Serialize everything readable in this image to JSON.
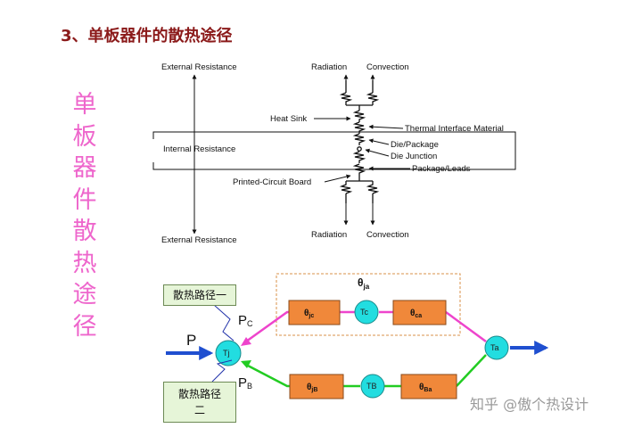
{
  "title": "3、单板器件的散热途径",
  "side_title": [
    "单",
    "板",
    "器",
    "件",
    "散",
    "热",
    "途",
    "径"
  ],
  "top_diagram": {
    "external_resistance_top": "External Resistance",
    "external_resistance_bottom": "External Resistance",
    "internal_resistance": "Internal Resistance",
    "radiation_top": "Radiation",
    "convection_top": "Convection",
    "radiation_bottom": "Radiation",
    "convection_bottom": "Convection",
    "heat_sink": "Heat Sink",
    "thermal_interface": "Thermal Interface Material",
    "die_package": "Die/Package",
    "die_junction": "Die Junction",
    "package_leads": "Package/Leads",
    "pcb": "Printed-Circuit Board"
  },
  "network": {
    "theta_ja": "θ",
    "theta_ja_sub": "ja",
    "theta_jc": "θ",
    "theta_jc_sub": "jc",
    "theta_ca": "θ",
    "theta_ca_sub": "ca",
    "theta_jb": "θ",
    "theta_jb_sub": "jB",
    "theta_ba": "θ",
    "theta_ba_sub": "Ba",
    "tc": "Tc",
    "tb": "TB",
    "ta": "Ta",
    "tj": "Tj",
    "p": "P",
    "pc": "P",
    "pc_sub": "C",
    "pb": "P",
    "pb_sub": "B",
    "path1": "散热路径一",
    "path2_line1": "散热路径",
    "path2_line2": "二"
  },
  "watermark": "知乎 @傲个热设计",
  "colors": {
    "title": "#8b1a1a",
    "side_title": "#ee66cc",
    "resistor_box": "#f0883a",
    "node": "#22dde0",
    "upper_path": "#ee44cc",
    "lower_path": "#22cc22",
    "power_arrow": "#1f4fd0"
  }
}
